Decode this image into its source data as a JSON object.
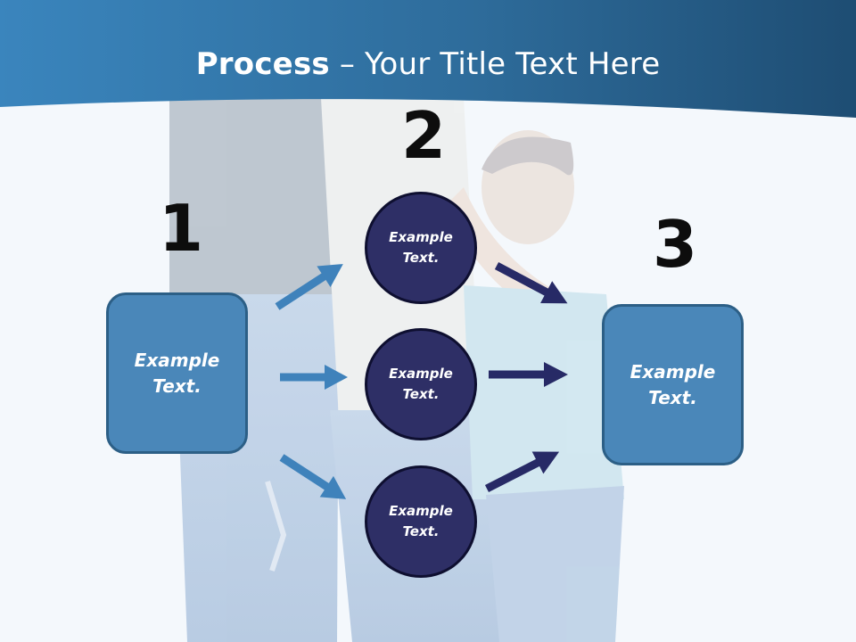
{
  "header": {
    "title_bold": "Process",
    "title_rest": " – Your Title Text Here"
  },
  "steps": {
    "one": "1",
    "two": "2",
    "three": "3"
  },
  "input_box": {
    "label": "Example Text."
  },
  "circles": [
    {
      "label": "Example Text."
    },
    {
      "label": "Example Text."
    },
    {
      "label": "Example Text."
    }
  ],
  "output_box": {
    "label": "Example Text."
  },
  "colors": {
    "header_blue": "#2f6e9c",
    "box_fill": "#4a87b9",
    "box_border": "#2c5f86",
    "circle_fill": "#2e2f66",
    "left_arrow": "#3f82bb",
    "right_arrow": "#272a66"
  }
}
